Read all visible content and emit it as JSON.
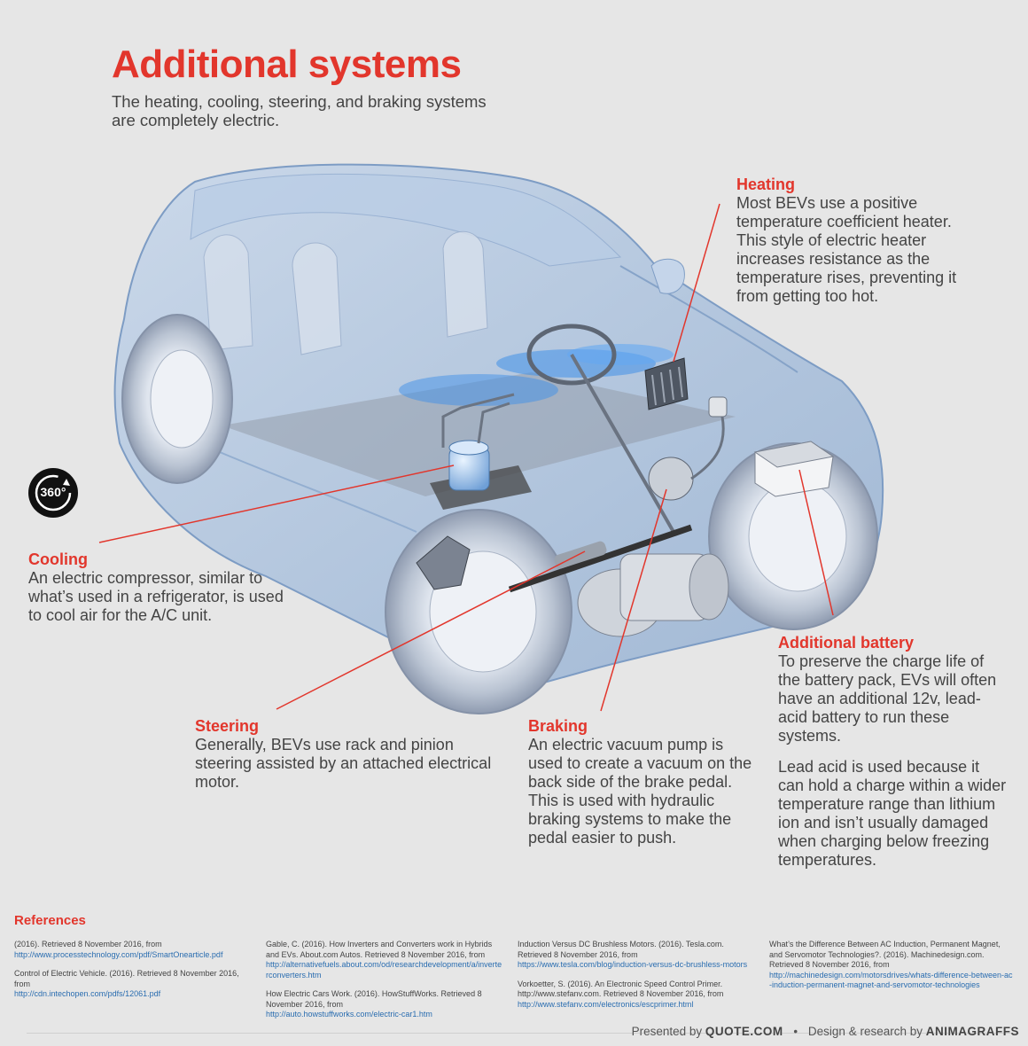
{
  "header": {
    "title": "Additional systems",
    "subtitle": "The heating, cooling, steering, and braking systems are completely electric."
  },
  "view360": {
    "label": "360°",
    "icon": "rotate-360-icon"
  },
  "systems": {
    "heating": {
      "title": "Heating",
      "body": "Most BEVs use a positive temperature coefficient heater. This style of electric heater increases resistance as the temperature rises, preventing it from getting too hot."
    },
    "cooling": {
      "title": "Cooling",
      "body": "An electric compressor, similar to what’s used in a refrigerator, is used to cool air for the A/C unit."
    },
    "steering": {
      "title": "Steering",
      "body": "Generally, BEVs use rack and pinion steering assisted by an attached electrical motor."
    },
    "braking": {
      "title": "Braking",
      "body": "An electric vacuum pump is used to create a vacuum on the back side of the brake pedal. This is used with hydraulic braking systems to make the pedal easier to push."
    },
    "battery": {
      "title": "Additional battery",
      "body1": "To preserve the charge life of the battery pack, EVs will often have an additional 12v, lead-acid battery to run these systems.",
      "body2": "Lead acid is used because it can hold a charge within a wider temperature range than lithium ion and isn’t usually damaged when charging below freezing temperatures."
    }
  },
  "references": {
    "heading": "References",
    "col1": [
      {
        "text": "(2016). Retrieved 8 November 2016, from",
        "link": "http://www.processtechnology.com/pdf/SmartOnearticle.pdf"
      },
      {
        "text": "Control of Electric Vehicle. (2016). Retrieved 8 November 2016, from",
        "link": "http://cdn.intechopen.com/pdfs/12061.pdf"
      }
    ],
    "col2": [
      {
        "text": "Gable, C. (2016). How Inverters and Converters work in Hybrids and EVs. About.com Autos. Retrieved 8 November 2016, from",
        "link": "http://alternativefuels.about.com/od/researchdevelopment/a/inverterconverters.htm"
      },
      {
        "text": "How Electric Cars Work. (2016). HowStuffWorks. Retrieved 8 November 2016, from",
        "link": "http://auto.howstuffworks.com/electric-car1.htm"
      }
    ],
    "col3": [
      {
        "text": "Induction Versus DC Brushless Motors. (2016). Tesla.com. Retrieved 8 November 2016, from",
        "link": "https://www.tesla.com/blog/induction-versus-dc-brushless-motors"
      },
      {
        "text": "Vorkoetter, S. (2016). An Electronic Speed Control Primer. http://www.stefanv.com. Retrieved 8 November 2016, from",
        "link": "http://www.stefanv.com/electronics/escprimer.html"
      }
    ],
    "col4": [
      {
        "text": "What’s the Difference Between AC Induction, Permanent Magnet, and Servomotor Technologies?. (2016). Machinedesign.com. Retrieved 8 November 2016, from",
        "link": "http://machinedesign.com/motorsdrives/whats-difference-between-ac-induction-permanent-magnet-and-servomotor-technologies"
      }
    ]
  },
  "footer": {
    "presented_by": "Presented by",
    "sponsor": "QUOTE.COM",
    "separator": "•",
    "design_by": "Design & research by",
    "designer": "ANIMAGRAFFS"
  },
  "colors": {
    "accent": "#e2362c",
    "text": "#444444",
    "link": "#2a6db0",
    "background": "#e6e6e6",
    "car_glass": "#8fb2d8"
  }
}
